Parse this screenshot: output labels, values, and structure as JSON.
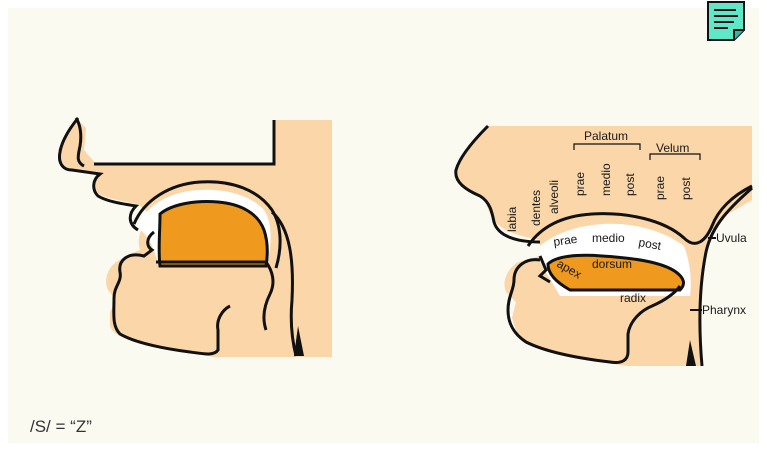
{
  "caption": "/S/ = “Z”",
  "document_icon": "document-icon",
  "right_diagram": {
    "labels": {
      "palatum": "Palatum",
      "velum": "Velum",
      "labia": "labia",
      "dentes": "dentes",
      "alveoli": "alveoli",
      "palatum_prae": "prae",
      "palatum_medio": "medio",
      "palatum_post": "post",
      "velum_prae": "prae",
      "velum_post": "post",
      "tongue_prae": "prae",
      "tongue_medio": "medio",
      "tongue_post": "post",
      "apex": "apex",
      "dorsum": "dorsum",
      "radix": "radix",
      "uvula": "Uvula",
      "pharynx": "Pharynx"
    }
  },
  "colors": {
    "background": "#fbfaf0",
    "skin": "#fbd6a8",
    "tongue_highlight": "#ef9a1e",
    "outline": "#111111",
    "icon_fill": "#5ee8c8"
  }
}
